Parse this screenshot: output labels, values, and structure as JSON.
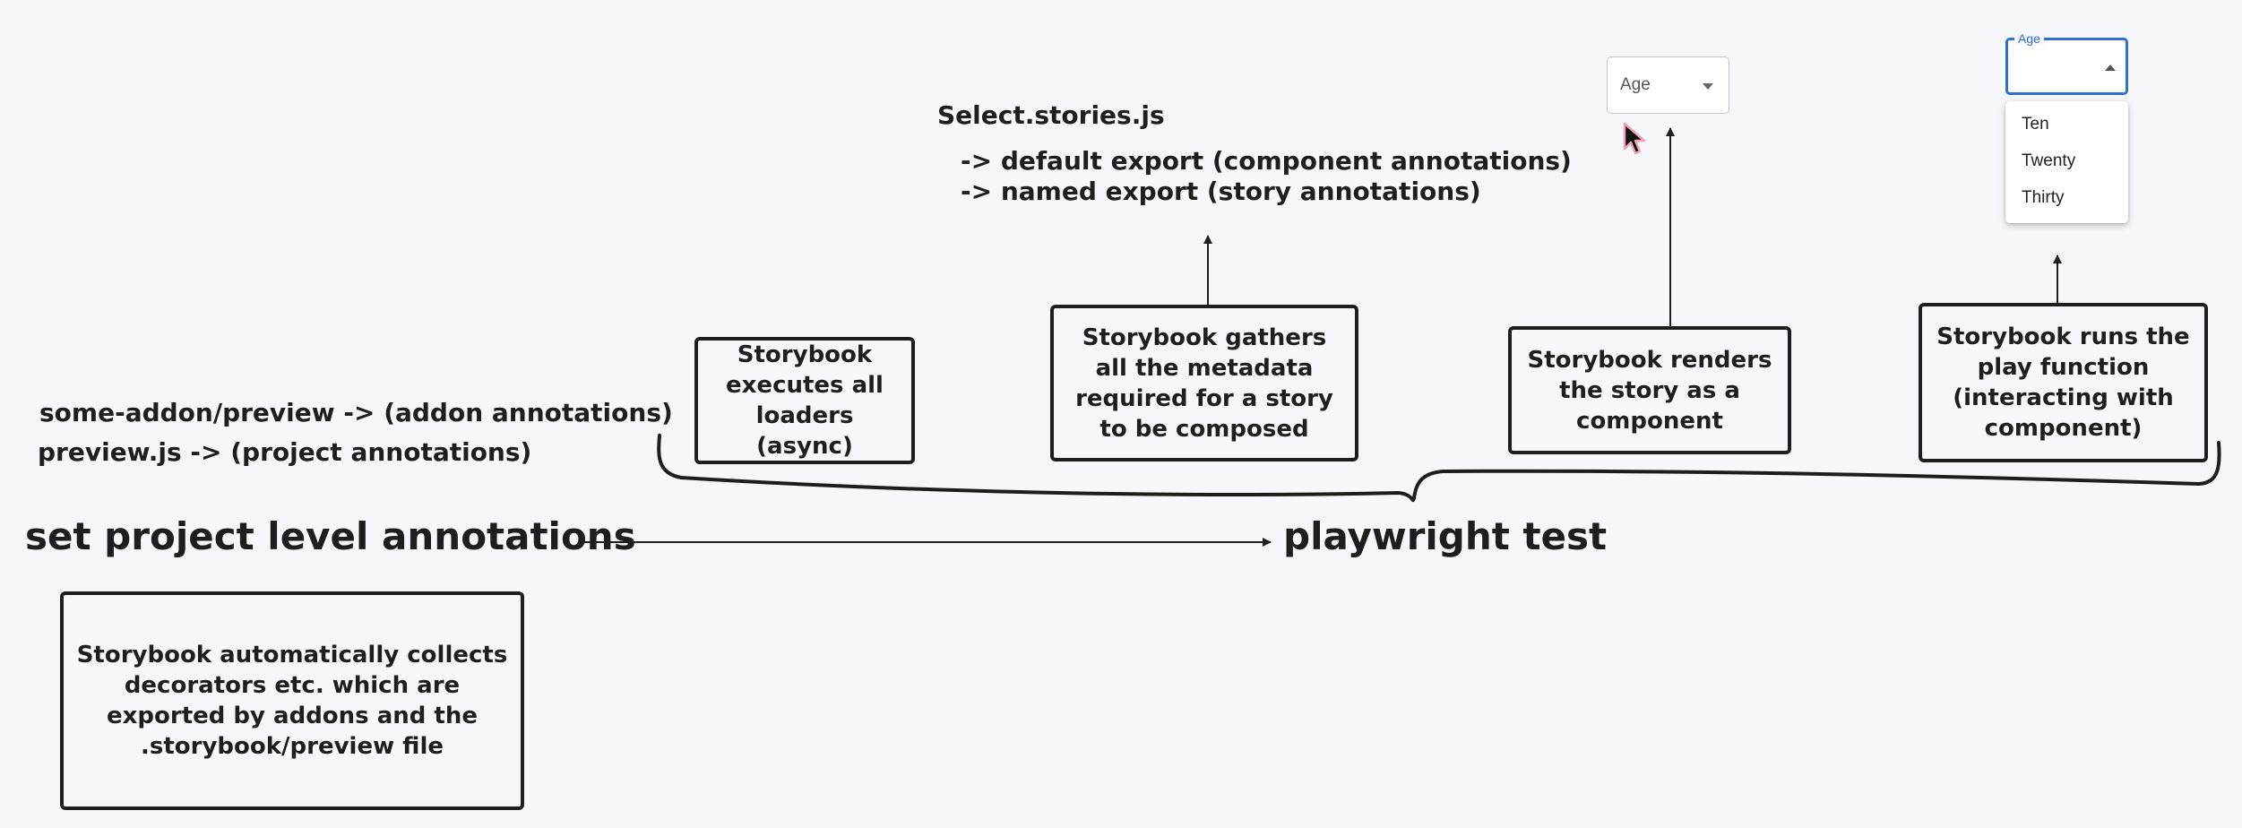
{
  "labels": {
    "addon_preview": "some-addon/preview -> (addon annotations)",
    "preview_js": "preview.js -> (project annotations)",
    "stories_file": "Select.stories.js",
    "default_export": "-> default export (component annotations)",
    "named_export": "-> named export (story annotations)",
    "set_project": "set project level annotations",
    "playwright": "playwright test"
  },
  "boxes": {
    "collects": "Storybook automatically collects decorators etc. which are exported by addons and the .storybook/preview file",
    "loaders": "Storybook executes all loaders (async)",
    "gathers": "Storybook gathers all the metadata required for a story to be composed",
    "renders": "Storybook renders the story as a component",
    "play": "Storybook runs the play function (interacting with component)"
  },
  "select_closed": {
    "value": "Age"
  },
  "select_open": {
    "label": "Age",
    "options": [
      "Ten",
      "Twenty",
      "Thirty"
    ]
  },
  "icons": [
    "caret-down-icon",
    "caret-up-icon",
    "mouse-cursor-icon"
  ],
  "colors": {
    "accent": "#2f6ed3",
    "stroke": "#1e1e1e",
    "background": "#f6f7fa"
  }
}
